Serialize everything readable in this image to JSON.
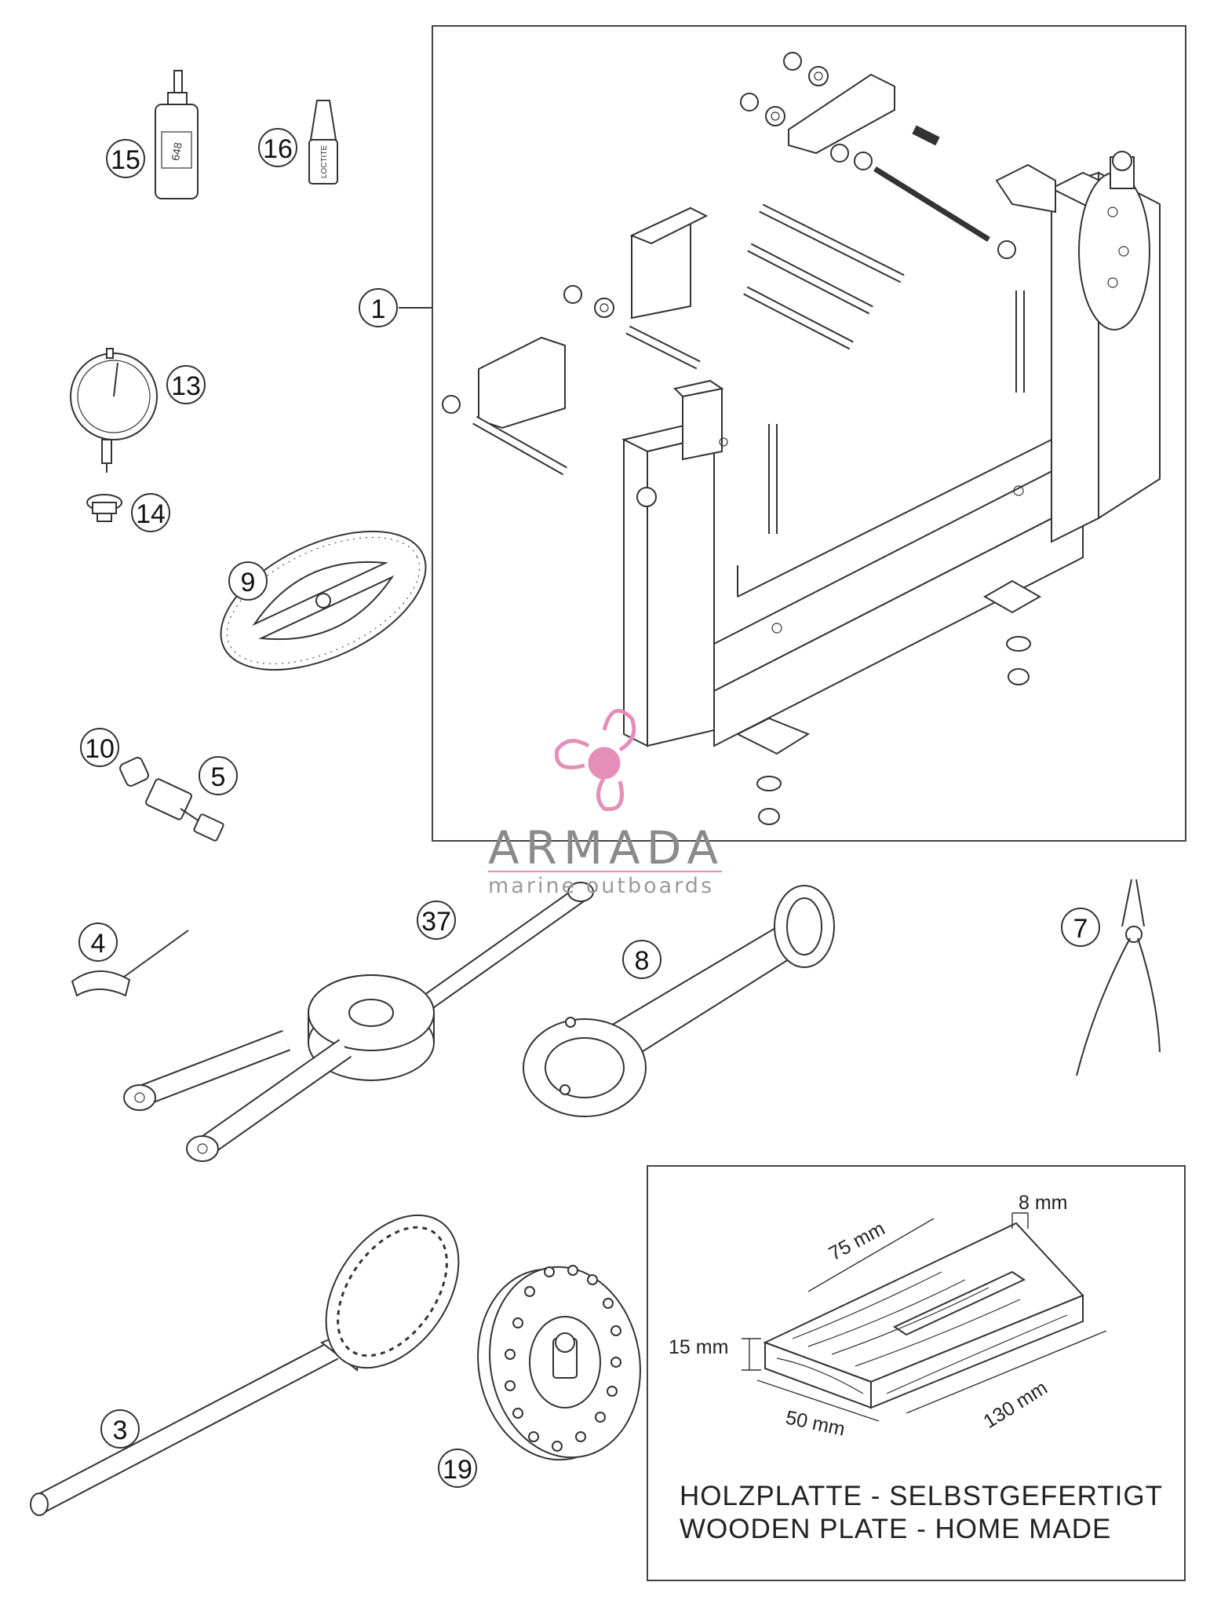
{
  "callouts": {
    "c1": "1",
    "c3": "3",
    "c4": "4",
    "c5": "5",
    "c7": "7",
    "c8": "8",
    "c9": "9",
    "c10": "10",
    "c13": "13",
    "c14": "14",
    "c15": "15",
    "c16": "16",
    "c19": "19",
    "c37": "37"
  },
  "product_labels": {
    "bottle_15": "648",
    "tube_16": "LOCTITE"
  },
  "watermark": {
    "brand": "ARMADA",
    "tagline": "marine outboards",
    "accent_color": "#e58fb8"
  },
  "wooden_plate": {
    "dims": {
      "length_75": "75 mm",
      "gap_8": "8 mm",
      "thickness_15": "15 mm",
      "length_130": "130 mm",
      "width_50": "50 mm"
    },
    "caption_de": "HOLZPLATTE - SELBSTGEFERTIGT",
    "caption_en": "WOODEN PLATE - HOME MADE"
  }
}
